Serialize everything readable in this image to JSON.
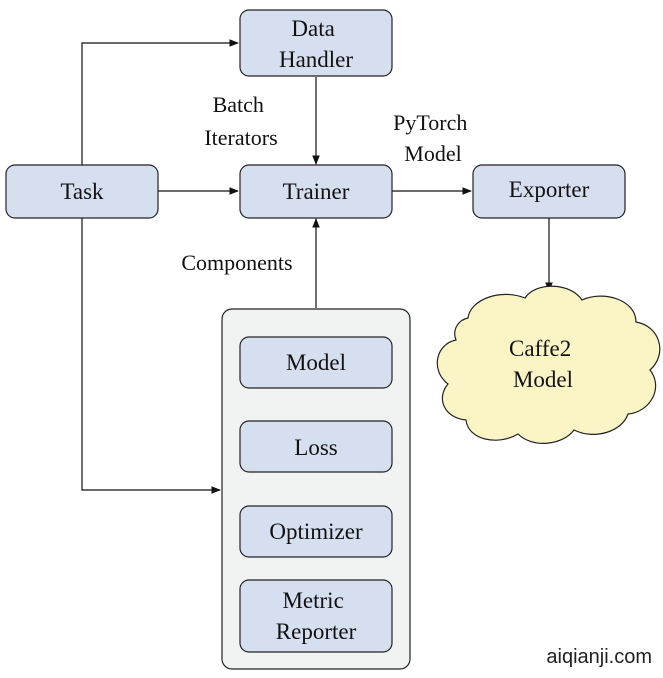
{
  "colors": {
    "box_fill": "#d6dff0",
    "group_fill": "#f1f2f2",
    "cloud_fill": "#fbf5c6",
    "line": "#111111"
  },
  "nodes": {
    "data_handler": [
      "Data",
      "Handler"
    ],
    "task": "Task",
    "trainer": "Trainer",
    "exporter": "Exporter",
    "caffe2_model": [
      "Caffe2",
      "Model"
    ],
    "components": {
      "model": "Model",
      "loss": "Loss",
      "optimizer": "Optimizer",
      "metric_reporter": [
        "Metric",
        "Reporter"
      ]
    }
  },
  "edge_labels": {
    "batch_iterators": [
      "Batch",
      "Iterators"
    ],
    "pytorch_model": [
      "PyTorch",
      "Model"
    ],
    "components": "Components"
  },
  "watermark": "aiqianji.com"
}
